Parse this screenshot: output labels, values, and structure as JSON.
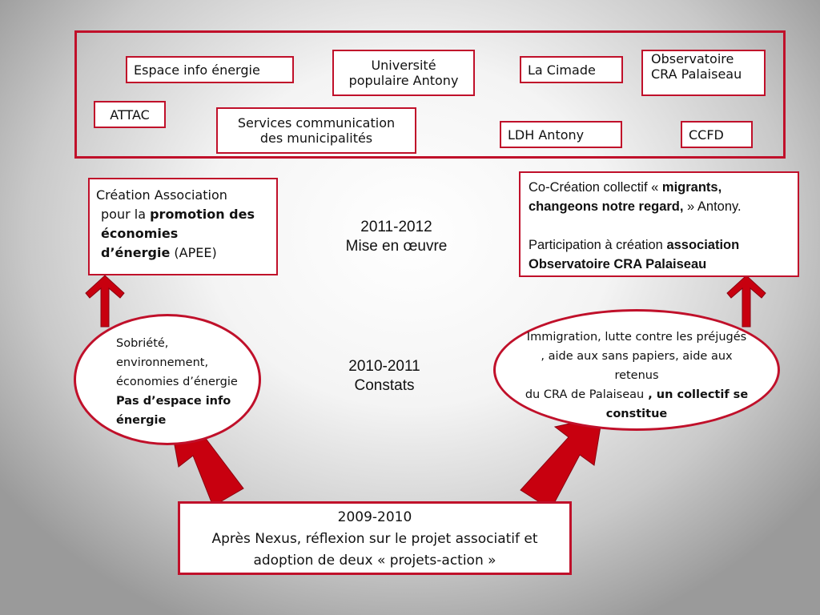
{
  "partners": {
    "espace_info": "Espace info énergie",
    "universite_l1": "Université",
    "universite_l2": "populaire Antony",
    "cimade": "La Cimade",
    "observatoire_l1": "Observatoire",
    "observatoire_l2": "CRA Palaiseau",
    "attac": "ATTAC",
    "services_l1": "Services communication",
    "services_l2": "des municipalités",
    "ldh": "LDH Antony",
    "ccfd": "CCFD"
  },
  "left_result": {
    "l1": "Création Association",
    "l2a": "pour la ",
    "l2b": "promotion des",
    "l3": "économies",
    "l4a": "d’énergie",
    "l4b": " (APEE)"
  },
  "right_result": {
    "l1a": "Co-Création collectif « ",
    "l1b": "migrants,",
    "l2a": "changeons notre regard,",
    "l2b": " » Antony.",
    "l3a": "Participation à création ",
    "l3b": "association",
    "l4": "Observatoire CRA Palaiseau"
  },
  "phase_2011": {
    "years": "2011-2012",
    "label": "Mise en œuvre"
  },
  "phase_2010": {
    "years": "2010-2011",
    "label": "Constats"
  },
  "left_constat": {
    "l1": "Sobriété,",
    "l2": "environnement,",
    "l3": "économies d’énergie",
    "l4": "Pas d’espace info",
    "l5": "énergie"
  },
  "right_constat": {
    "l1": "Immigration, lutte contre les préjugés",
    "l2": ", aide aux sans papiers, aide aux",
    "l3": "retenus",
    "l4a": "du CRA de Palaiseau",
    "l4b": " , un collectif se",
    "l5": "constitue"
  },
  "origin": {
    "years": "2009-2010",
    "l1": "Après Nexus, réflexion sur le projet associatif et",
    "l2": "adoption de deux « projets-action »"
  },
  "colors": {
    "accent": "#c0102a",
    "arrow": "#c8000f"
  }
}
